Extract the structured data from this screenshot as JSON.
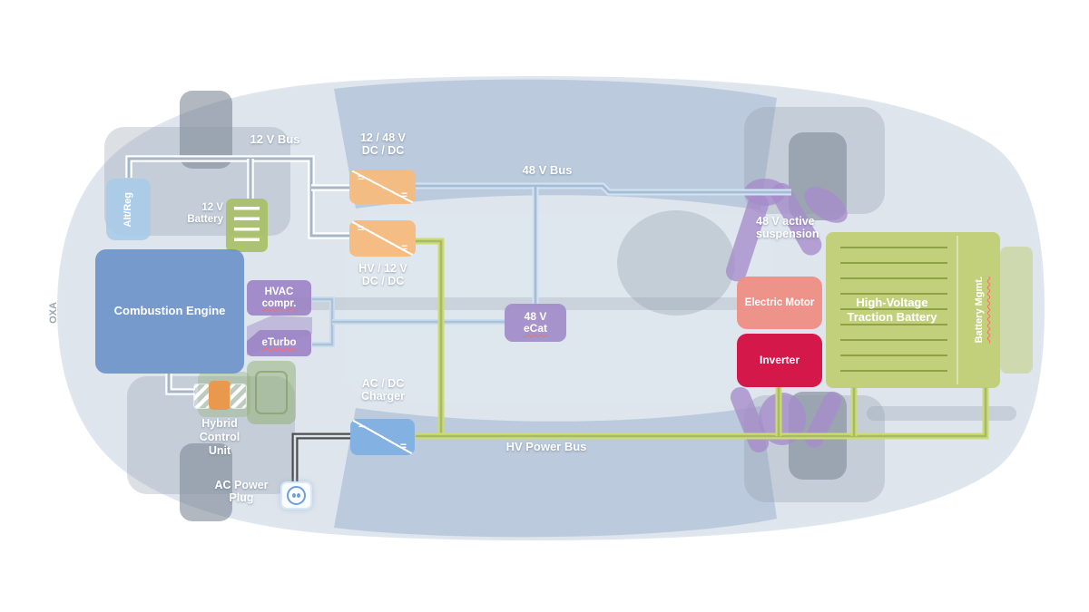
{
  "buses": {
    "bus_12v": {
      "label": "12 V Bus",
      "color": "#ffffff"
    },
    "bus_48v": {
      "label": "48 V Bus",
      "color": "#cfe3f4"
    },
    "hv_power": {
      "label": "HV Power Bus",
      "color": "#ccdc6e"
    },
    "ac_wire": {
      "color": "#4e4e50"
    }
  },
  "components": {
    "alt_reg": {
      "label": "Alt/Reg",
      "color": "#a9cbe9"
    },
    "battery_12v": {
      "line1": "12 V",
      "line2": "Battery",
      "color": "#a9c169"
    },
    "combustion_engine": {
      "label": "Combustion Engine",
      "color": "#6d95c8"
    },
    "dcdc_12_48": {
      "line1": "12 / 48 V",
      "line2": "DC / DC",
      "sym_in": "=",
      "sym_out": "=",
      "color": "#f6ba7d"
    },
    "dcdc_hv_12": {
      "line1": "HV / 12 V",
      "line2": "DC / DC",
      "sym_in": "=",
      "sym_out": "=",
      "color": "#f6ba7d"
    },
    "hvac": {
      "line1": "HVAC",
      "line2": "compr.",
      "color": "#9c84c5"
    },
    "eturbo": {
      "label": "eTurbo",
      "color": "#9c84c5"
    },
    "ecat": {
      "line1": "48 V",
      "line2": "eCat",
      "color": "#a18cc8"
    },
    "charger": {
      "line1": "AC / DC",
      "line2": "Charger",
      "sym_in": "~",
      "sym_out": "=",
      "color": "#7fb0e2"
    },
    "hcu": {
      "line1": "Hybrid",
      "line2": "Control",
      "line3": "Unit",
      "center_color": "#e8994e"
    },
    "ac_plug": {
      "line1": "AC Power",
      "line2": "Plug"
    },
    "suspension": {
      "line1": "48 V  active",
      "line2": "suspension",
      "color": "#a68ccb"
    },
    "electric_motor": {
      "label": "Electric Motor",
      "color": "#ee8e84"
    },
    "inverter": {
      "label": "Inverter",
      "color": "#d41849"
    },
    "hv_battery": {
      "line1": "High-Voltage",
      "line2": "Traction Battery",
      "side_label": "Battery Mgmt.",
      "color": "#bcca63"
    }
  },
  "car": {
    "plate_text": "OXA"
  }
}
